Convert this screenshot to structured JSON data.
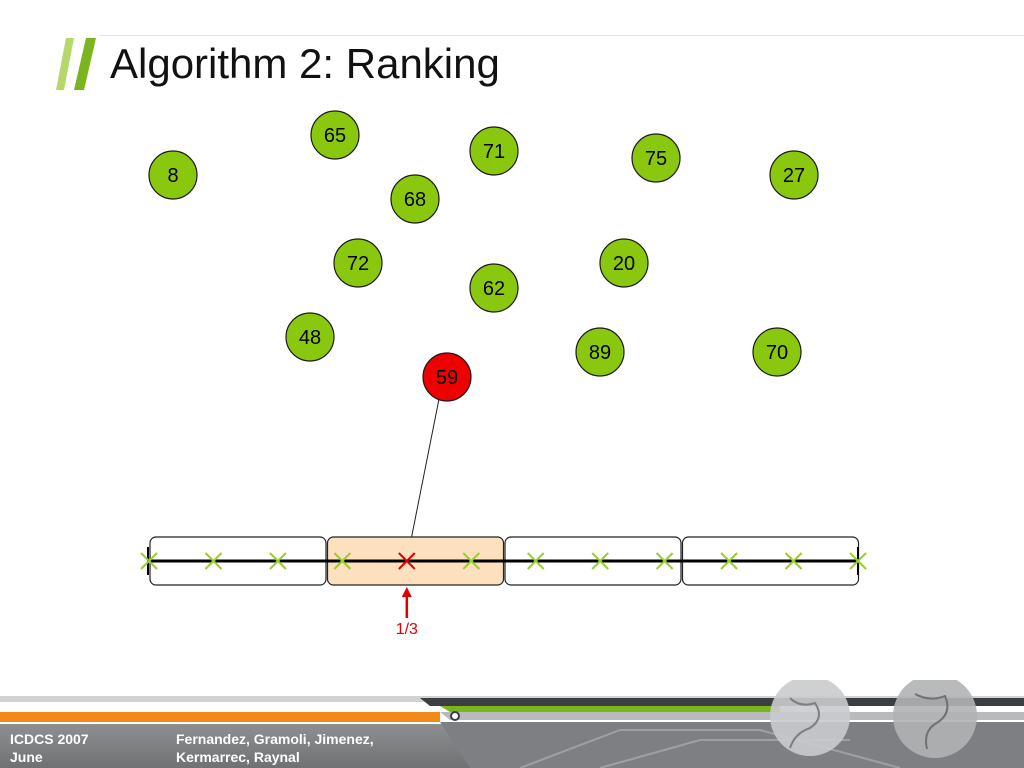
{
  "slide": {
    "title": "Algorithm 2: Ranking",
    "accent_green": "#7ab51d",
    "footer": {
      "left_line1": "ICDCS 2007",
      "left_line2": "June",
      "right_line1": "Fernandez, Gramoli, Jimenez,",
      "right_line2": "Kermarrec, Raynal"
    }
  },
  "diagram": {
    "node_fill": "#8ac80f",
    "highlight_fill": "#ee0000",
    "nodes": [
      {
        "label": "65",
        "highlight": false
      },
      {
        "label": "8",
        "highlight": false
      },
      {
        "label": "71",
        "highlight": false
      },
      {
        "label": "75",
        "highlight": false
      },
      {
        "label": "27",
        "highlight": false
      },
      {
        "label": "68",
        "highlight": false
      },
      {
        "label": "72",
        "highlight": false
      },
      {
        "label": "20",
        "highlight": false
      },
      {
        "label": "62",
        "highlight": false
      },
      {
        "label": "48",
        "highlight": false
      },
      {
        "label": "89",
        "highlight": false
      },
      {
        "label": "70",
        "highlight": false
      },
      {
        "label": "59",
        "highlight": true
      }
    ],
    "segments": 4,
    "highlight_segment": 1,
    "segment_fill": "#fde0bd",
    "highlight_mark_index": 4,
    "marker_label": "1/3",
    "marker_color": "#e00000"
  }
}
